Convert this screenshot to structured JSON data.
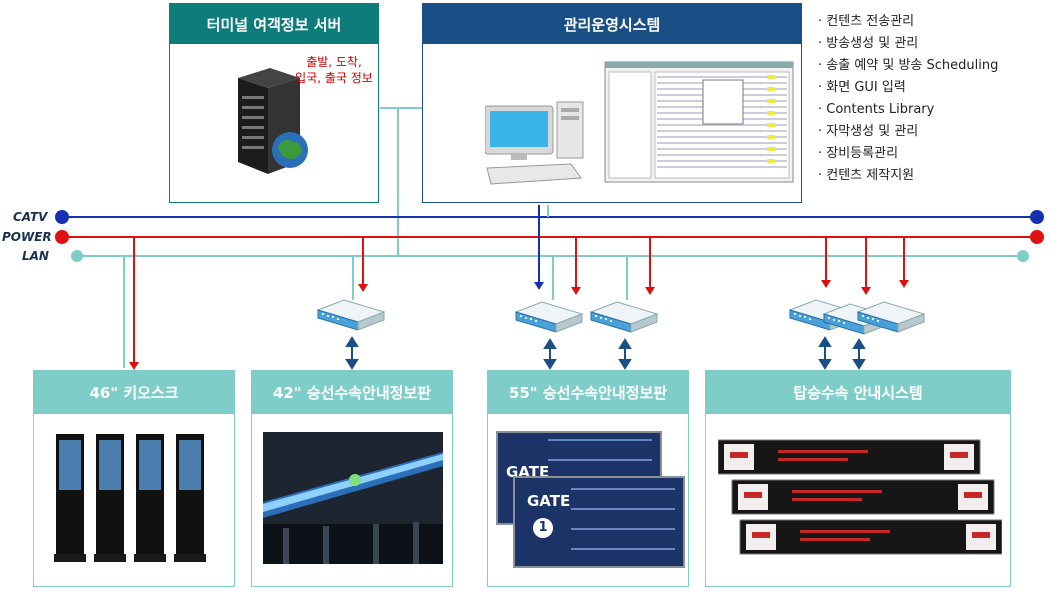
{
  "server_box": {
    "title": "터미널 여객정보 서버",
    "info_lines": [
      "출발, 도착,",
      "입국, 출국 정보"
    ]
  },
  "mgmt_box": {
    "title": "관리운영시스템"
  },
  "features": [
    "· 컨텐츠 전송관리",
    "· 방송생성 및 관리",
    "· 송출 예약 및 방송 Scheduling",
    "· 화면 GUI 입력",
    "· Contents Library",
    "· 자막생성 및 관리",
    "· 장비등록관리",
    "· 컨텐츠 제작지원"
  ],
  "buses": {
    "catv": "CATV",
    "power": "POWER",
    "lan": "LAN"
  },
  "colors": {
    "catv": "#1530b0",
    "power": "#e01010",
    "lan": "#7ecdc8",
    "teal_header": "#0e7c7b",
    "navy_header": "#1a4f86"
  },
  "displays": [
    {
      "title": "46\" 키오스크"
    },
    {
      "title": "42\" 승선수속안내정보판"
    },
    {
      "title": "55\" 승선수속안내정보판"
    },
    {
      "title": "탑승수속 안내시스템"
    }
  ],
  "gate_board": {
    "gate_label": "GATE",
    "gate_number": "1"
  }
}
